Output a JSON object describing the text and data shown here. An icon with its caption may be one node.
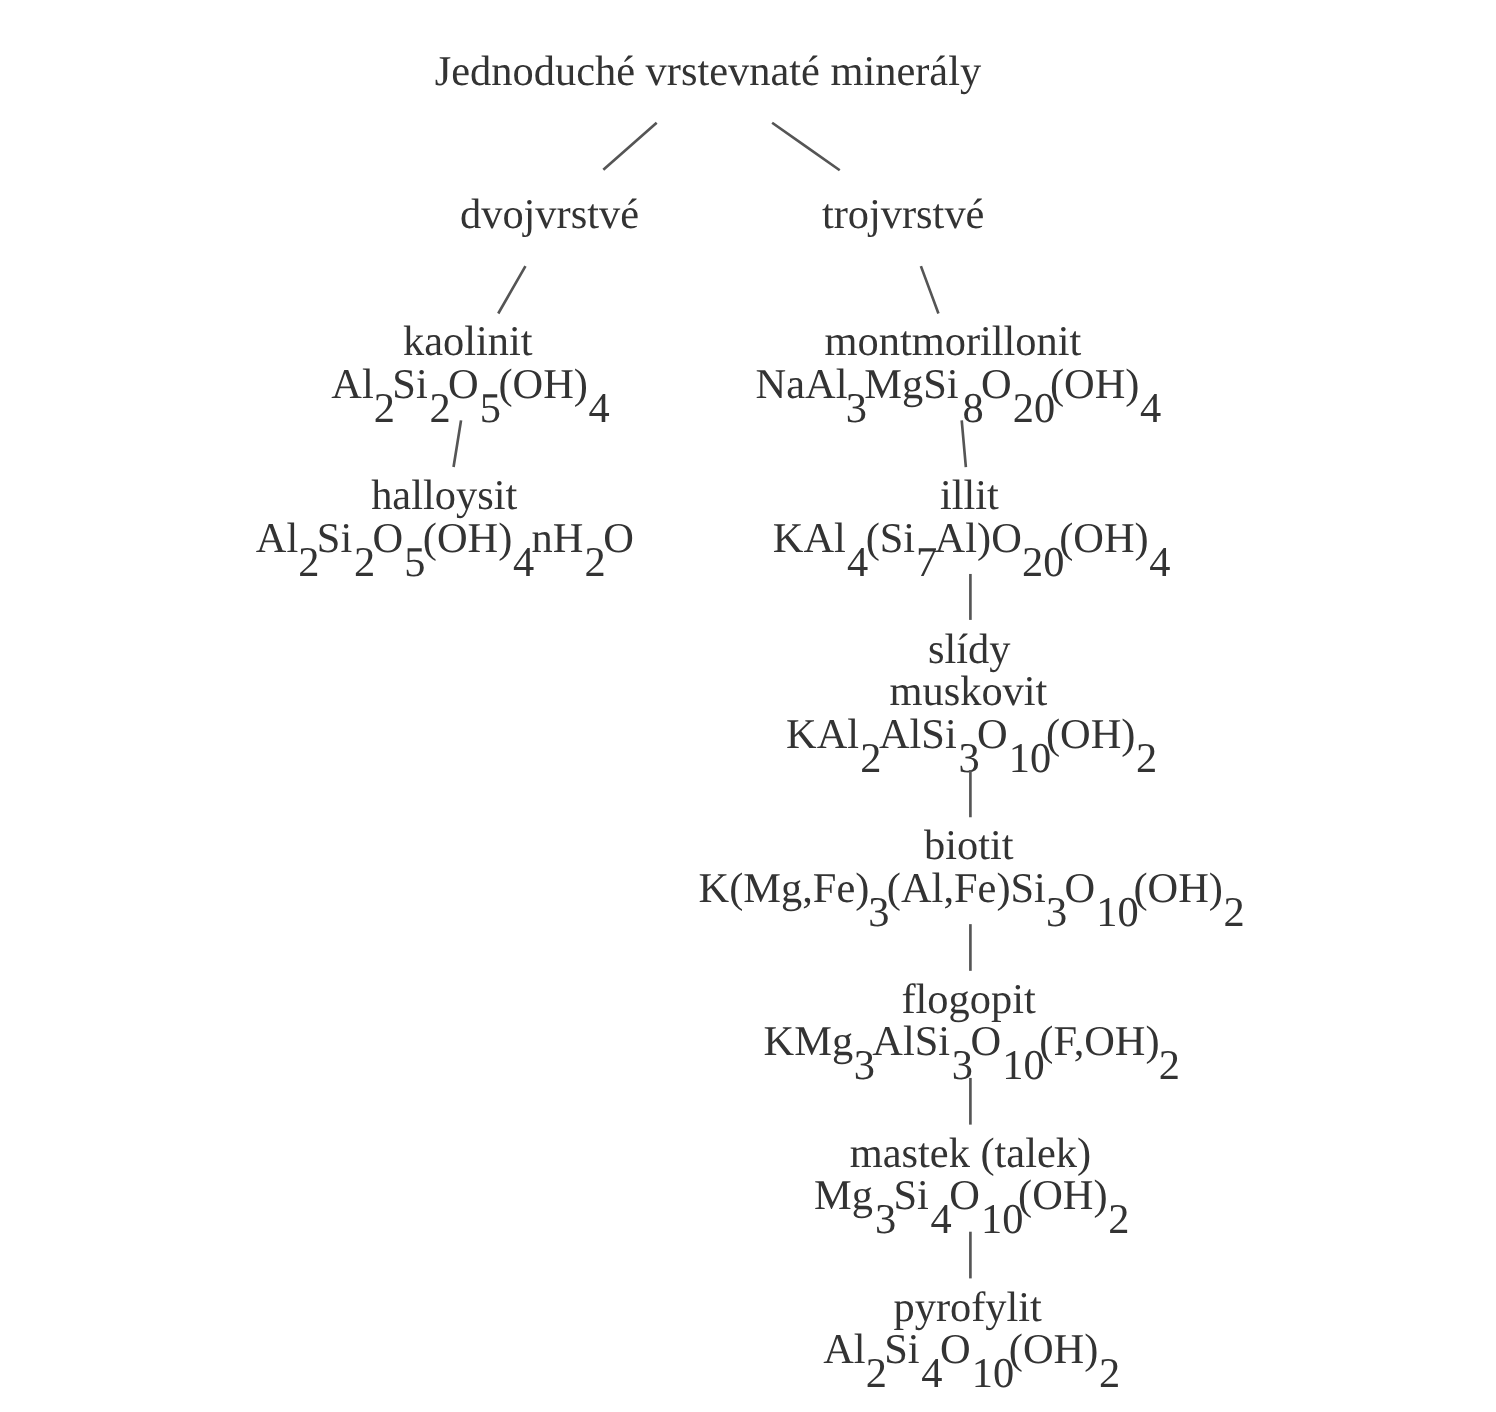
{
  "diagram": {
    "nodes": [
      {
        "text": [
          "Jednoduché vrstevnaté minerály"
        ]
      },
      {
        "text": [
          "dvojvrstvé"
        ]
      },
      {
        "text": [
          "kaolinit",
          "Al$_{2}$Si$_{2}$O$_{5}$(OH)$_{4}$"
        ]
      },
      {
        "text": [
          "halloysit",
          "Al$_{2}$Si$_{2}$O$_{5}$(OH)$_{4}$nH$_{2}$O"
        ]
      },
      {
        "text": [
          "trojvrstvé"
        ]
      },
      {
        "text": [
          "montmorillonit",
          "NaAl$_{3}$MgSi$_{8}$O$_{20}$(OH)$_{4}$"
        ]
      },
      {
        "text": [
          "illit",
          "KAl$_{4}$(Si$_{7}$Al)O$_{20}$(OH)$_{4}$"
        ]
      },
      {
        "text": [
          "slídy",
          "muskovit",
          "KAl$_{2}$AlSi$_{3}$O$_{10}$(OH)$_{2}$"
        ]
      },
      {
        "text": [
          "biotit",
          "K(Mg,Fe)$_{3}$(Al,Fe)Si$_{3}$O$_{10}$(OH)$_{2}$"
        ]
      },
      {
        "text": [
          "flogopit",
          "KMg$_{3}$AlSi$_{3}$O$_{10}$(F,OH)$_{2}$"
        ]
      },
      {
        "text": [
          "mastek (talek)",
          "Mg$_{3}$Si$_{4}$O$_{10}$(OH)$_{2}$"
        ]
      },
      {
        "text": [
          "pyrofylit",
          "Al$_{2}$Si$_{4}$O$_{10}$(OH)$_{2}$"
        ]
      }
    ],
    "edges": [
      {
        "from": 0,
        "to": 1,
        "arrow": "none"
      },
      {
        "from": 1,
        "to": 2,
        "arrow": "none"
      },
      {
        "from": 2,
        "to": 3,
        "arrow": "none"
      },
      {
        "from": 0,
        "to": 4,
        "arrow": "none"
      },
      {
        "from": 4,
        "to": 5,
        "arrow": "none"
      },
      {
        "from": 5,
        "to": 6,
        "arrow": "none"
      },
      {
        "from": 6,
        "to": 7,
        "arrow": "none"
      },
      {
        "from": 7,
        "to": 8,
        "arrow": "none"
      },
      {
        "from": 8,
        "to": 9,
        "arrow": "none"
      },
      {
        "from": 9,
        "to": 10,
        "arrow": "none"
      },
      {
        "from": 10,
        "to": 11,
        "arrow": "none"
      }
    ]
  }
}
